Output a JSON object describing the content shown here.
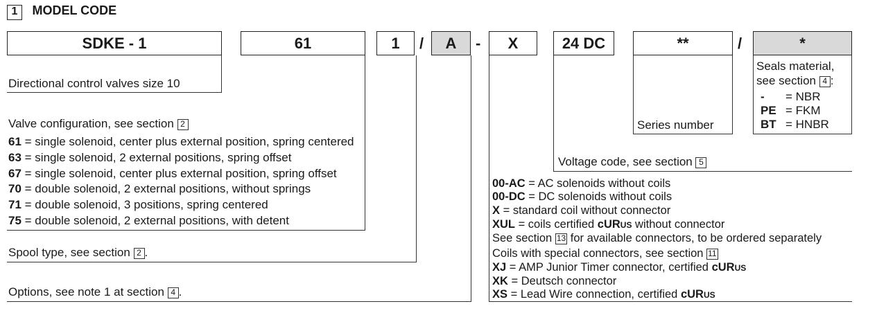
{
  "section": {
    "number": "1",
    "title": "MODEL CODE"
  },
  "code": {
    "c1": "SDKE - 1",
    "c2": "61",
    "c3": "1",
    "sep1": "/",
    "c4": "A",
    "sep2": "-",
    "c5": "X",
    "c6": "24 DC",
    "c7": "**",
    "sep3": "/",
    "c8": "*"
  },
  "desc": {
    "family": "Directional control valves size 10",
    "config": {
      "label": "Valve configuration, see section",
      "ref": "2",
      "items": [
        {
          "code": "61",
          "text": " = single solenoid, center plus external position, spring centered"
        },
        {
          "code": "63",
          "text": " = single solenoid, 2 external positions, spring offset"
        },
        {
          "code": "67",
          "text": " = single solenoid, center plus external position, spring offset"
        },
        {
          "code": "70",
          "text": " = double solenoid, 2 external positions, without springs"
        },
        {
          "code": "71",
          "text": " = double solenoid, 3 positions, spring centered"
        },
        {
          "code": "75",
          "text": " = double solenoid, 2 external positions, with detent"
        }
      ]
    },
    "spool": {
      "label": "Spool type, see section",
      "ref": "2",
      "tail": "."
    },
    "options": {
      "label": "Options, see note 1 at section",
      "ref": "4",
      "tail": "."
    },
    "series": "Series number",
    "seals": {
      "line1": "Seals material,",
      "line2": "see section",
      "ref": "4",
      "colon": ":",
      "items": [
        {
          "code": "-",
          "text": "= NBR"
        },
        {
          "code": "PE",
          "text": "= FKM"
        },
        {
          "code": "BT",
          "text": "= HNBR"
        }
      ]
    },
    "voltage": {
      "label": "Voltage code, see section",
      "ref": "5"
    },
    "coils": {
      "i1": {
        "code": "00-AC",
        "text": " = AC solenoids without coils"
      },
      "i2": {
        "code": "00-DC",
        "text": " = DC solenoids without coils"
      },
      "i3": {
        "code": "X",
        "text": " = standard coil without connector"
      },
      "i4": {
        "code": "XUL",
        "text": " = coils certified ",
        "cert_main": "cUR",
        "cert_small": "US",
        "tail": " without connector"
      },
      "note_a": "See section",
      "note_ref": "13",
      "note_b": " for available connectors, to be ordered separately",
      "special": "Coils with special connectors, see section",
      "special_ref": "11",
      "i5": {
        "code": "XJ",
        "text": " = AMP Junior Timer connector, certified ",
        "cert_main": "cUR",
        "cert_small": "US"
      },
      "i6": {
        "code": "XK",
        "text": " = Deutsch connector"
      },
      "i7": {
        "code": "XS",
        "text": " = Lead Wire connection, certified ",
        "cert_main": "cUR",
        "cert_small": "US"
      }
    }
  }
}
